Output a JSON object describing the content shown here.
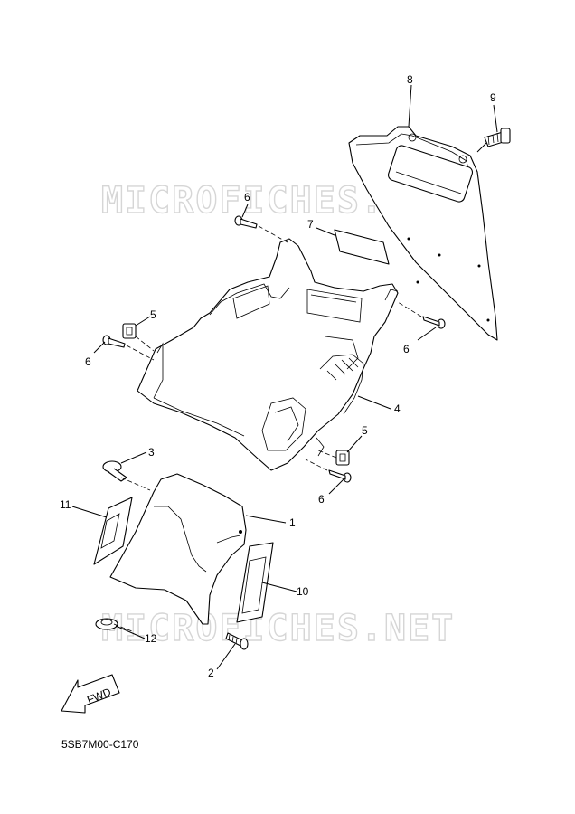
{
  "diagram": {
    "watermark": "MICROFICHES.NET",
    "diagram_code": "5SB7M00-C170",
    "direction_arrow": "FWD",
    "part_labels": [
      "1",
      "2",
      "3",
      "4",
      "5",
      "5",
      "6",
      "6",
      "6",
      "6",
      "7",
      "8",
      "9",
      "10",
      "11",
      "12"
    ]
  }
}
